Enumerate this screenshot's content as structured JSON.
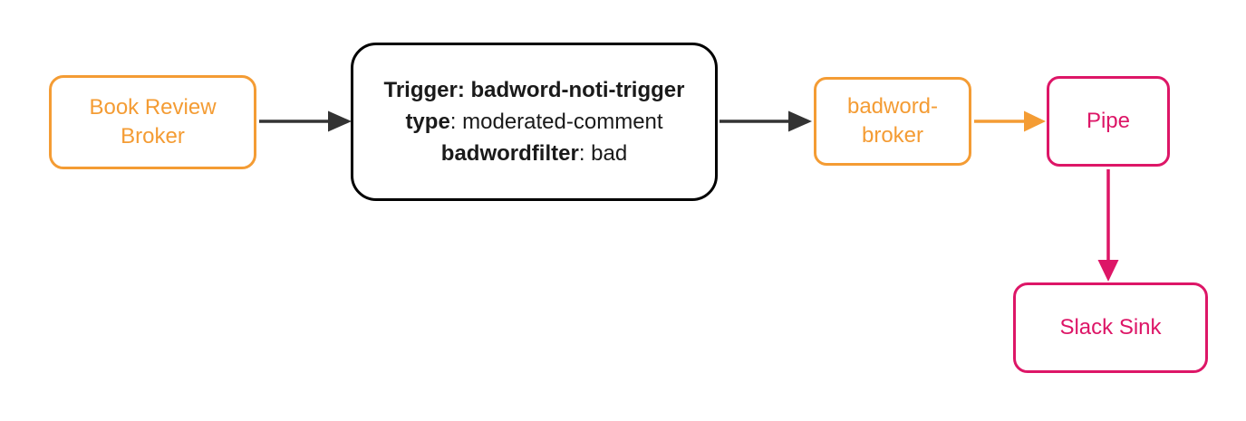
{
  "colors": {
    "orange": "#F49C34",
    "pink": "#DD1667",
    "node_black": "#000000",
    "edge_dark": "#333333",
    "text": "#1A1A1A"
  },
  "nodes": {
    "book_review_broker": {
      "label": "Book Review Broker"
    },
    "trigger": {
      "lines": [
        {
          "bold": "Trigger: badword-noti-trigger",
          "rest": ""
        },
        {
          "bold": "type",
          "rest": ": moderated-comment"
        },
        {
          "bold": "badwordfilter",
          "rest": ": bad"
        }
      ]
    },
    "badword_broker": {
      "label": "badword-broker"
    },
    "pipe": {
      "label": "Pipe"
    },
    "slack_sink": {
      "label": "Slack Sink"
    }
  },
  "edges": [
    {
      "from": "book_review_broker",
      "to": "trigger",
      "color": "dark"
    },
    {
      "from": "trigger",
      "to": "badword_broker",
      "color": "dark"
    },
    {
      "from": "badword_broker",
      "to": "pipe",
      "color": "orange"
    },
    {
      "from": "pipe",
      "to": "slack_sink",
      "color": "pink"
    }
  ]
}
